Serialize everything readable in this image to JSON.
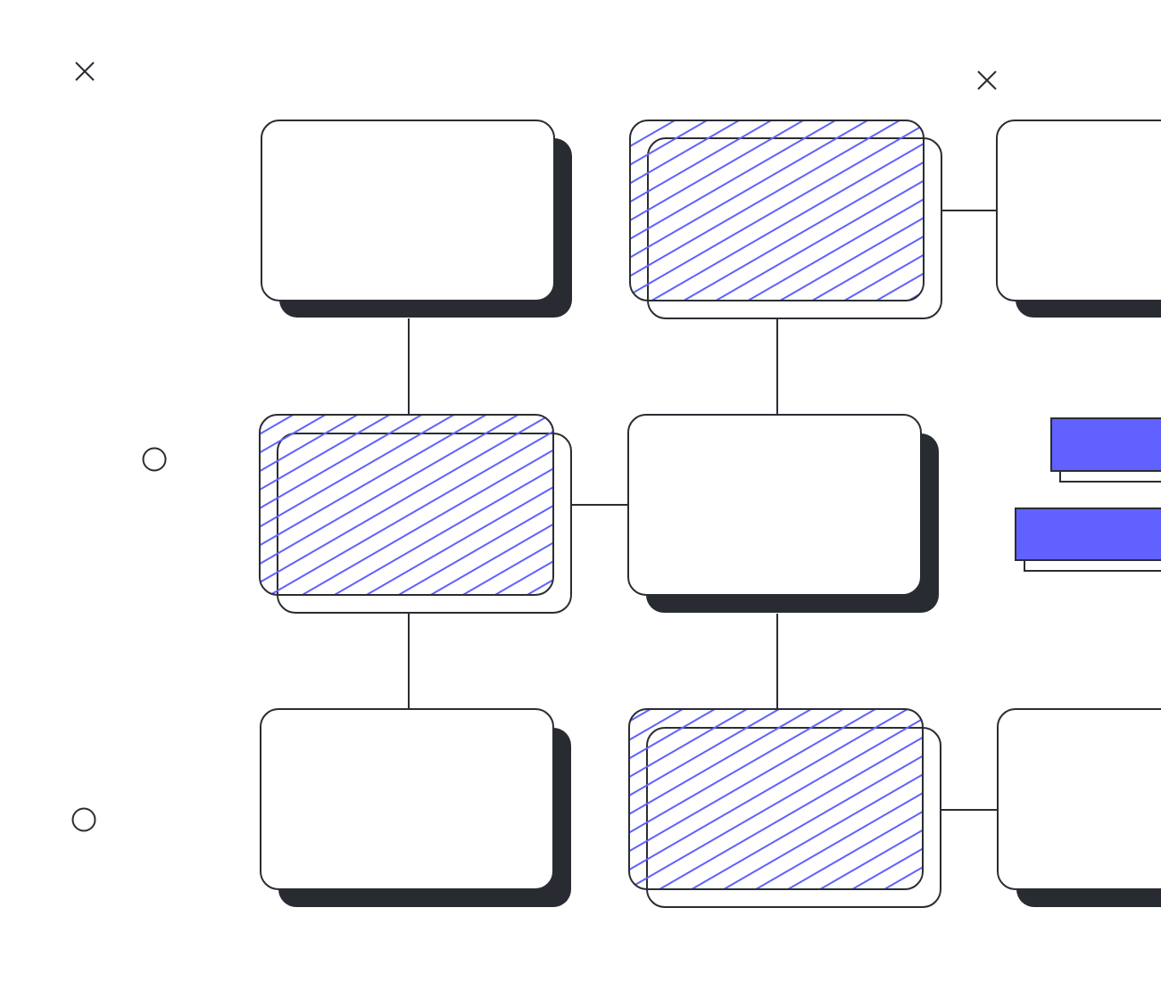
{
  "colors": {
    "background": "#ffffff",
    "stroke": "#2b2d33",
    "shadow_dark": "#282b31",
    "accent": "#6161ff"
  },
  "icons": {
    "cross": "cross-icon",
    "circle": "circle-icon"
  },
  "grid": {
    "rows": 3,
    "columns": 3,
    "cards": [
      {
        "row": 1,
        "col": 1,
        "fill": "plain",
        "shadow": "dark"
      },
      {
        "row": 1,
        "col": 2,
        "fill": "hatched",
        "shadow": "outline"
      },
      {
        "row": 1,
        "col": 3,
        "fill": "plain",
        "shadow": "dark"
      },
      {
        "row": 2,
        "col": 1,
        "fill": "hatched",
        "shadow": "outline"
      },
      {
        "row": 2,
        "col": 2,
        "fill": "plain",
        "shadow": "dark"
      },
      {
        "row": 3,
        "col": 1,
        "fill": "plain",
        "shadow": "dark"
      },
      {
        "row": 3,
        "col": 2,
        "fill": "hatched",
        "shadow": "outline"
      },
      {
        "row": 3,
        "col": 3,
        "fill": "plain",
        "shadow": "dark"
      }
    ],
    "blocks": [
      {
        "fill": "accent",
        "shadow": "outline"
      },
      {
        "fill": "accent",
        "shadow": "outline"
      }
    ]
  }
}
